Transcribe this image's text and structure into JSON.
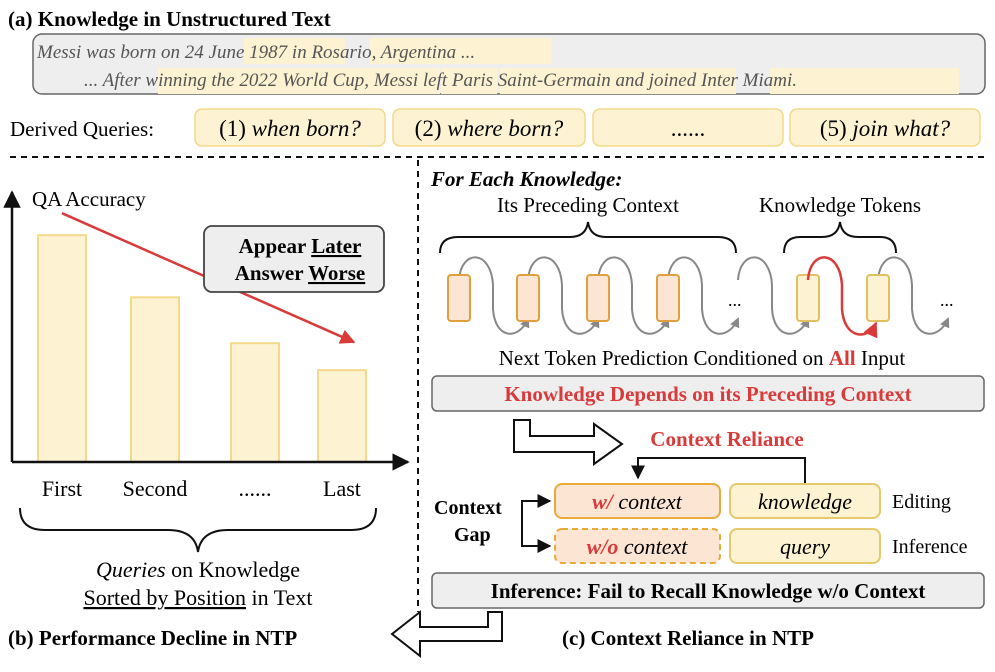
{
  "section_a": {
    "title": "(a) Knowledge in Unstructured Text",
    "line1": {
      "pre": "Messi was born on ",
      "date": "24 June 1987",
      "mid": " in ",
      "place": "Rosario, Argentina",
      "post": " ..."
    },
    "line2": {
      "pre": "... After ",
      "event": "winning the 2022 World Cup,",
      "sp1": " ",
      "subject": "Messi",
      "sp2": " ",
      "action": "left Paris Saint-Germain",
      "conj": " and ",
      "join": "joined Inter Miami",
      "end": "."
    },
    "derived_label": "Derived Queries:",
    "queries": [
      {
        "num": "(1) ",
        "text": "when born?"
      },
      {
        "num": "(2) ",
        "text": "where born?"
      },
      {
        "num": "",
        "text": "......"
      },
      {
        "num": "(5) ",
        "text": "join what?"
      }
    ]
  },
  "section_b": {
    "title": "(b) Performance Decline in NTP",
    "ylabel": "QA Accuracy",
    "callout_line1_a": "Appear ",
    "callout_line1_b": "Later",
    "callout_line2_a": "Answer ",
    "callout_line2_b": "Worse",
    "caption_line1_a": "Queries",
    "caption_line1_b": " on Knowledge",
    "caption_line2_a": "Sorted by Position",
    "caption_line2_b": " in Text"
  },
  "chart_data": {
    "type": "bar",
    "categories": [
      "First",
      "Second",
      "......",
      "Last"
    ],
    "values": [
      0.84,
      0.61,
      0.44,
      0.34
    ],
    "ylim": [
      0,
      1
    ],
    "title": "",
    "xlabel": "",
    "ylabel": "QA Accuracy",
    "grid": false,
    "bar_fill": "#fdf3d3",
    "bar_stroke": "#f5d98a",
    "trend_color": "#d93a3a"
  },
  "section_c": {
    "title": "(c) Context Reliance in NTP",
    "for_each": "For Each Knowledge:",
    "preceding_label": "Its Preceding Context",
    "knowledge_label": "Knowledge Tokens",
    "ntp_a": "Next Token Prediction Conditioned on ",
    "ntp_b": "All",
    "ntp_c": " Input",
    "dots": "...",
    "depends_box": "Knowledge Depends on its Preceding Context",
    "context_reliance": "Context Reliance",
    "context_gap_1": "Context",
    "context_gap_2": "Gap",
    "w_context_a": "w/",
    "w_context_b": " context",
    "wo_context_a": "w/o",
    "wo_context_b": " context",
    "knowledge_box": "knowledge",
    "query_box": "query",
    "editing": "Editing",
    "inference": "Inference",
    "bottom_box": "Inference: Fail to Recall Knowledge w/o Context"
  },
  "colors": {
    "accent_red": "#d93a3a",
    "highlight_yellow": "#fdf3d3",
    "context_orange": "#fde5d3",
    "box_grey": "#eeeeee"
  }
}
